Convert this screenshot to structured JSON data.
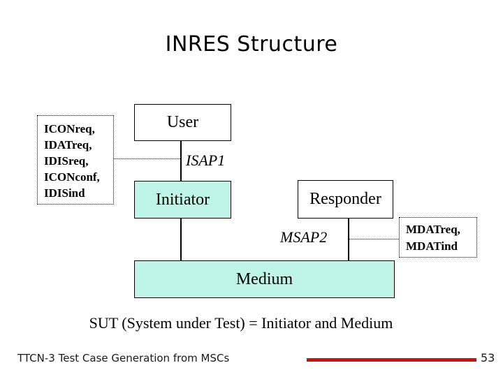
{
  "slide": {
    "title": "INRES Structure",
    "sut_note": "SUT (System under Test) = Initiator and Medium",
    "footer": {
      "left_text": "TTCN-3 Test Case Generation from MSCs",
      "page_number": "53"
    }
  },
  "diagram": {
    "boxes": {
      "user": {
        "label": "User"
      },
      "initiator": {
        "label": "Initiator"
      },
      "responder": {
        "label": "Responder"
      },
      "medium": {
        "label": "Medium"
      }
    },
    "sap_labels": {
      "isap1": "ISAP1",
      "msap2": "MSAP2"
    },
    "initiator_primitives": {
      "lines": [
        "ICONreq,",
        "IDATreq,",
        "IDISreq,",
        "ICONconf,",
        "IDISind"
      ]
    },
    "medium_primitives": {
      "lines": [
        "MDATreq,",
        "MDATind"
      ]
    }
  },
  "colors": {
    "box_fill": "#bff5e9",
    "accent_red": "#cc1111"
  }
}
